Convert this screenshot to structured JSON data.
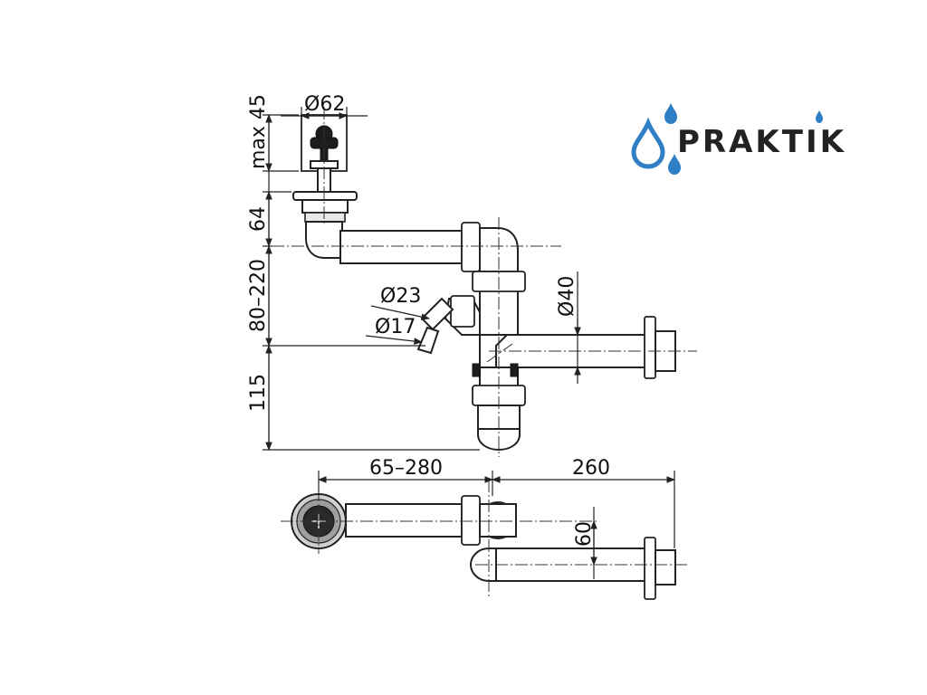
{
  "brand": {
    "name": "PRAKTIK",
    "drop_color": "#2f7fc6",
    "text_color": "#222222"
  },
  "dimensions": {
    "max_height": "max 45",
    "strainer_diameter": "Ø62",
    "outlet_height": "64",
    "adjustable_height": "80–220",
    "trap_depth": "115",
    "hose_outer": "Ø23",
    "hose_inner": "Ø17",
    "pipe_diameter": "Ø40",
    "horizontal_reach": "65–280",
    "outlet_length": "260",
    "offset": "60"
  },
  "colors": {
    "line": "#222222",
    "fill": "#ffffff",
    "shade": "#e9e9e9"
  }
}
